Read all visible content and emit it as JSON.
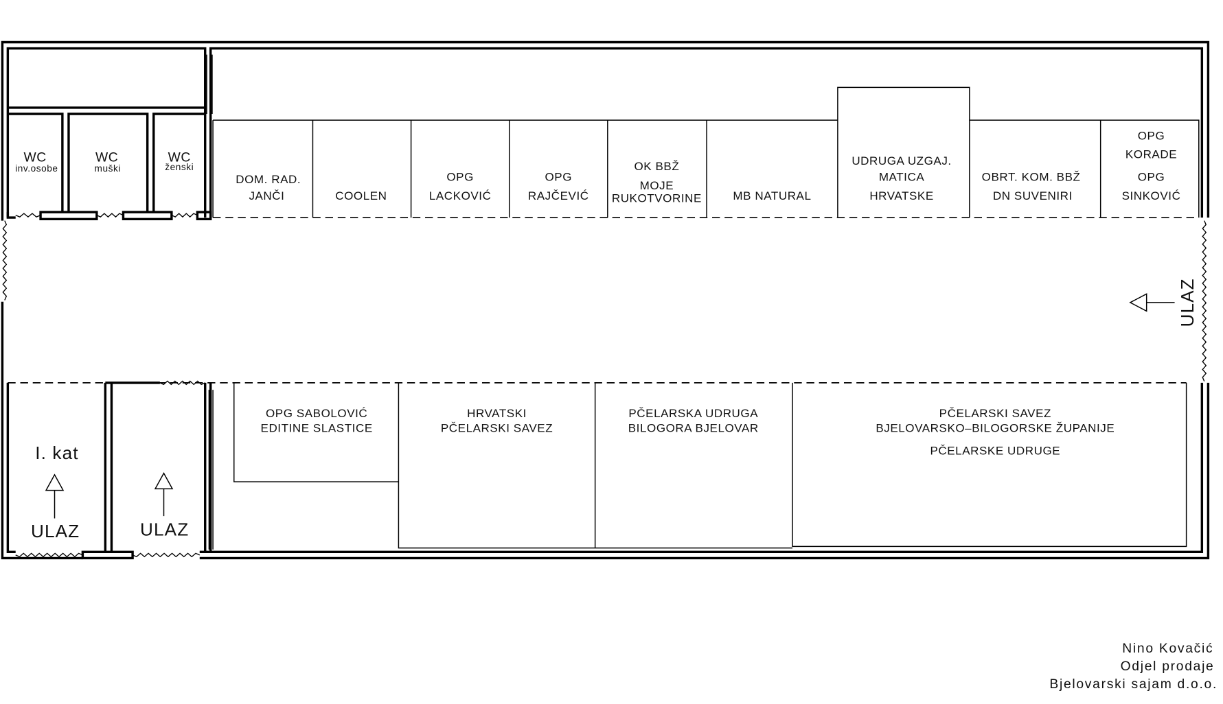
{
  "wc": {
    "title": "WC",
    "rooms": [
      {
        "title": "WC",
        "subtitle": "inv.osobe"
      },
      {
        "title": "WC",
        "subtitle": "muški"
      },
      {
        "title": "WC",
        "subtitle": "ženski"
      }
    ]
  },
  "top_stalls": [
    {
      "lines": [
        "DOM.  RAD.",
        "JANČI"
      ]
    },
    {
      "lines": [
        "COOLEN"
      ]
    },
    {
      "lines": [
        "OPG",
        "LACKOVIĆ"
      ]
    },
    {
      "lines": [
        "OPG",
        "RAJČEVIĆ"
      ]
    },
    {
      "lines": [
        "OK  BBŽ",
        "MOJE",
        "RUKOTVORINE"
      ]
    },
    {
      "lines": [
        "MB  NATURAL"
      ]
    },
    {
      "lines": [
        "UDRUGA  UZGAJ.",
        "MATICA",
        "HRVATSKE"
      ]
    },
    {
      "lines": [
        "OBRT.  KOM.  BBŽ",
        "DN  SUVENIRI"
      ]
    },
    {
      "lines": [
        "OPG",
        "KORADE",
        "OPG",
        "SINKOVIĆ"
      ]
    }
  ],
  "bottom_stalls": [
    {
      "lines": [
        "OPG  SABOLOVIĆ",
        "EDITINE  SLASTICE"
      ]
    },
    {
      "lines": [
        "HRVATSKI",
        "PČELARSKI  SAVEZ"
      ]
    },
    {
      "lines": [
        "PČELARSKA  UDRUGA",
        "BILOGORA  BJELOVAR"
      ]
    },
    {
      "lines": [
        "PČELARSKI  SAVEZ",
        "BJELOVARSKO–BILOGORSKE  ŽUPANIJE",
        "PČELARSKE  UDRUGE"
      ]
    }
  ],
  "stairs": {
    "label": "I.  kat"
  },
  "entrances": {
    "left_1": "ULAZ",
    "left_2": "ULAZ",
    "right": "ULAZ"
  },
  "signature": [
    "Nino  Kovačić",
    "Odjel  prodaje",
    "Bjelovarski  sajam  d.o.o."
  ]
}
